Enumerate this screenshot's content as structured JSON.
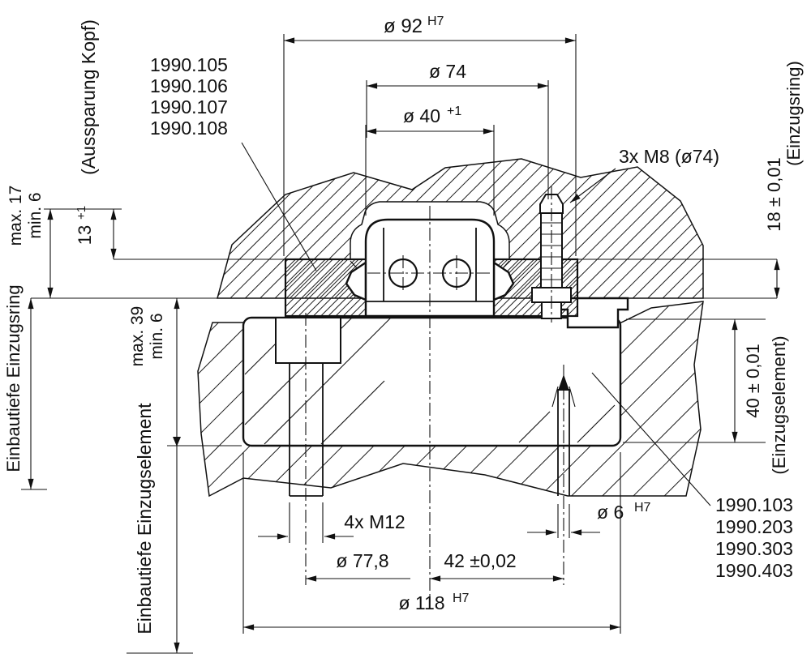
{
  "colors": {
    "ink": "#111111",
    "background": "#ffffff"
  },
  "dimensions": {
    "dia92": {
      "text": "ø 92",
      "sup": "H7"
    },
    "dia74": {
      "text": "ø 74"
    },
    "dia40": {
      "text": "ø 40",
      "sup": "+1"
    },
    "m8": {
      "text": "3x M8 (ø74)"
    },
    "depth13": {
      "text": "13",
      "sup": "+1"
    },
    "max17": {
      "text": "max. 17"
    },
    "min6_top": {
      "text": "min. 6"
    },
    "aussparung_kopf": {
      "text": "(Aussparung Kopf)"
    },
    "einbautiefe_einzugsring": {
      "text": "Einbautiefe Einzugsring"
    },
    "max39": {
      "text": "max. 39"
    },
    "min6_mid": {
      "text": "min. 6"
    },
    "einbautiefe_einzugselement": {
      "text": "Einbautiefe Einzugselement"
    },
    "h18": {
      "text": "18 ± 0,01"
    },
    "einzugsring_lbl": {
      "text": "(Einzugsring)"
    },
    "h40": {
      "text": "40 ± 0,01"
    },
    "einzugselement_lbl": {
      "text": "(Einzugselement)"
    },
    "m12": {
      "text": "4x M12"
    },
    "dia77_8": {
      "text": "ø 77,8"
    },
    "dist42": {
      "text": "42 ±0,02"
    },
    "dia6": {
      "text": "ø 6",
      "sup": "H7"
    },
    "dia118": {
      "text": "ø 118",
      "sup": "H7"
    }
  },
  "part_numbers_top": [
    "1990.105",
    "1990.106",
    "1990.107",
    "1990.108"
  ],
  "part_numbers_bottom": [
    "1990.103",
    "1990.203",
    "1990.303",
    "1990.403"
  ]
}
